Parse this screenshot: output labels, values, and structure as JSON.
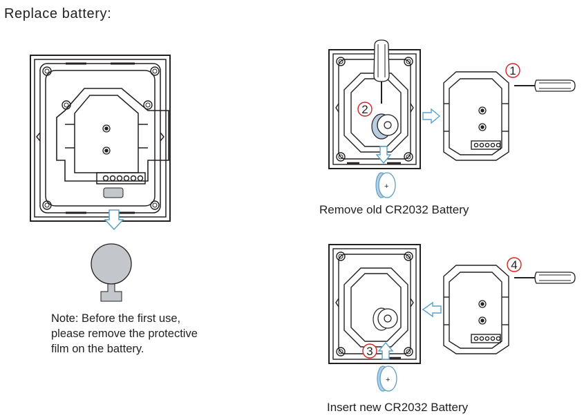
{
  "title": "Replace battery:",
  "note": {
    "label": "Note:",
    "line1": "Before the first use,",
    "line2": "please remove the protective",
    "line3": "film on the battery."
  },
  "captions": {
    "remove": "Remove old CR2032 Battery",
    "insert": "Insert new CR2032 Battery"
  },
  "steps": [
    "1",
    "2",
    "3",
    "4"
  ],
  "battery_mark": "+",
  "colors": {
    "line": "#231f20",
    "arrow": "#5aa0c8",
    "battery": "#b9cde0",
    "film": "#c3c7cc",
    "step_circle": "#d81e1e"
  }
}
